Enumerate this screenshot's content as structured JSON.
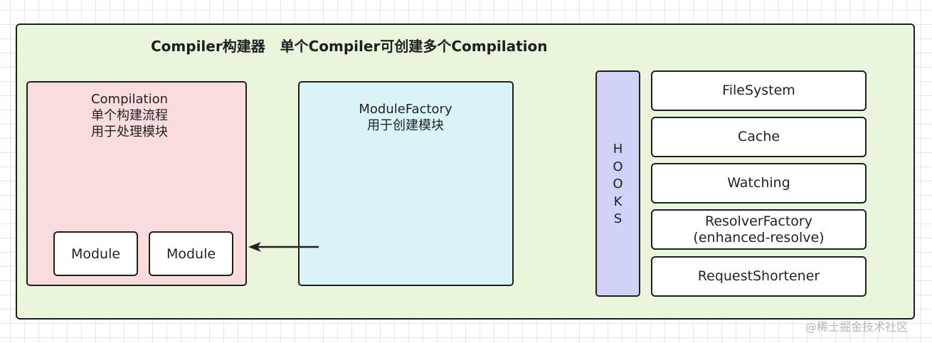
{
  "compiler": {
    "title": "Compiler构建器   单个Compiler可创建多个Compilation"
  },
  "compilation": {
    "title": "Compilation",
    "line1": "单个构建流程",
    "line2": "用于处理模块",
    "modules": [
      "Module",
      "Module"
    ]
  },
  "module_factory": {
    "title": "ModuleFactory",
    "line1": "用于创建模块"
  },
  "hooks": {
    "letters": [
      "H",
      "O",
      "O",
      "K",
      "S"
    ]
  },
  "services": [
    {
      "label": "FileSystem"
    },
    {
      "label": "Cache"
    },
    {
      "label": "Watching"
    },
    {
      "label": "ResolverFactory",
      "sublabel": "(enhanced-resolve)"
    },
    {
      "label": "RequestShortener"
    }
  ],
  "watermark": "@稀土掘金技术社区"
}
